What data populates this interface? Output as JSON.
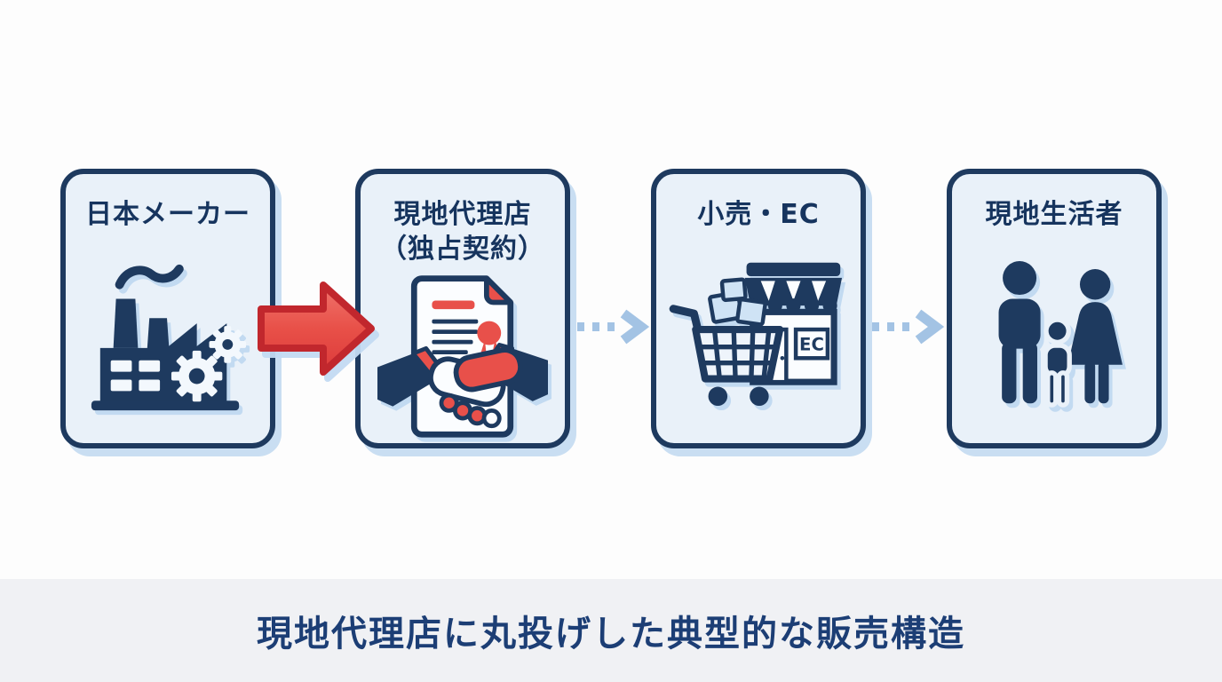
{
  "colors": {
    "page_bg": "#fdfdfd",
    "footer_bg": "#f0f1f4",
    "card_fill": "#e9f1f9",
    "card_border": "#1e3a5f",
    "card_shadow": "#c9def2",
    "title_text": "#16345e",
    "caption_text": "#1c3e75",
    "icon_navy": "#1e3a5f",
    "icon_red": "#e8504a",
    "icon_light_blue": "#cfe3f5",
    "red_arrow_border": "#c1272d",
    "red_arrow_fill_top": "#f0736c",
    "red_arrow_fill_bottom": "#dd3b3b",
    "dotted_arrow": "#a3c3e4"
  },
  "nodes": [
    {
      "label": "日本メーカー",
      "icon": "factory-icon"
    },
    {
      "label_line1": "現地代理店",
      "label_line2": "（独占契約）",
      "icon": "contract-handshake-icon"
    },
    {
      "label": "小売・EC",
      "icon": "cart-storefront-icon",
      "store_sign": "EC"
    },
    {
      "label": "現地生活者",
      "icon": "family-icon"
    }
  ],
  "connectors": [
    {
      "type": "solid-red-arrow"
    },
    {
      "type": "dotted-blue-arrow"
    },
    {
      "type": "dotted-blue-arrow"
    }
  ],
  "caption": "現地代理店に丸投げした典型的な販売構造"
}
